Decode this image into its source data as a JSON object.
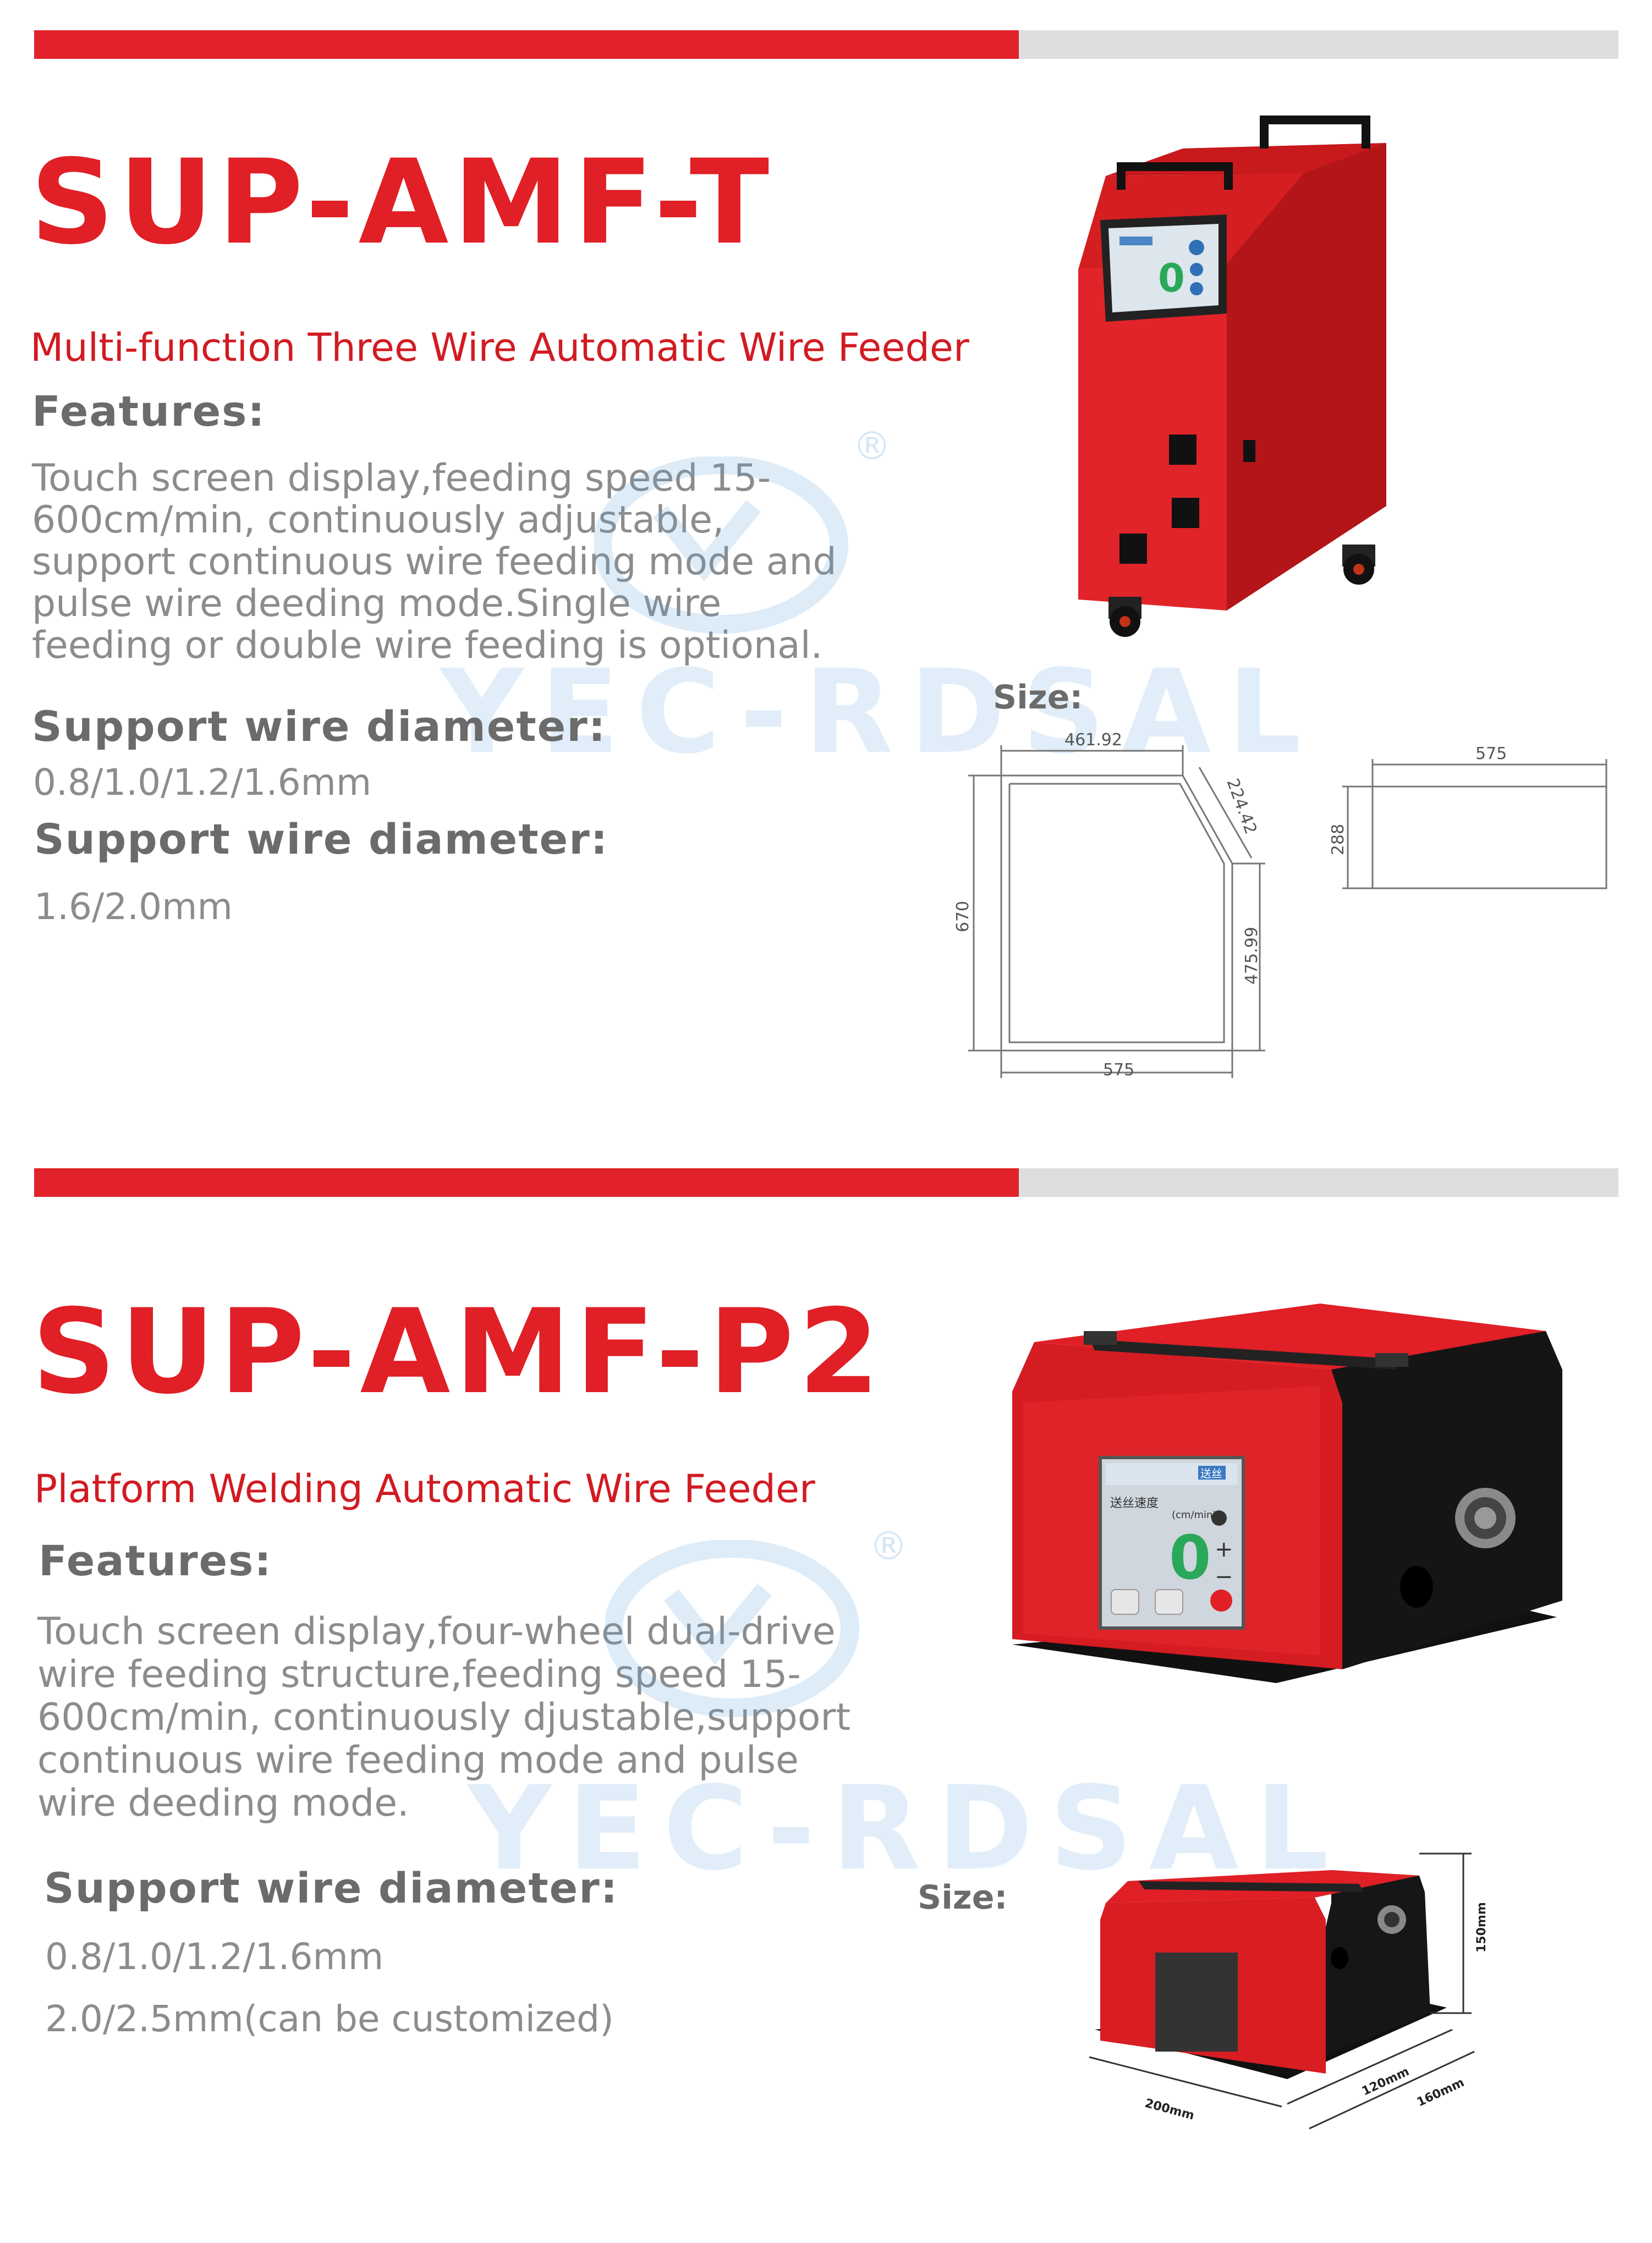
{
  "brand": {
    "watermark": "YEC-RDSAL",
    "registered_mark": "®",
    "accent_color": "#e01f26",
    "bar_grey": "#dedede"
  },
  "product1": {
    "model": "SUP-AMF-T",
    "subtitle": "Multi-function Three Wire Automatic Wire Feeder",
    "features_heading": "Features:",
    "features_lines": [
      "Touch screen display,feeding speed 15-",
      "600cm/min, continuously adjustable,",
      "support continuous wire feeding mode and",
      "pulse wire deeding mode.Single wire",
      "feeding or double wire feeding is optional."
    ],
    "diameter_heading_1": "Support wire diameter:",
    "diameter_value_1": "0.8/1.0/1.2/1.6mm",
    "diameter_heading_2": "Support wire diameter:",
    "diameter_value_2": "1.6/2.0mm",
    "size_label": "Size:",
    "dims": {
      "top": "461.92",
      "slant": "224.42",
      "left": "670",
      "right": "475.99",
      "bottom": "575",
      "top_view_width": "575",
      "top_view_height": "288"
    },
    "screen_value": "0"
  },
  "product2": {
    "model": "SUP-AMF-P2",
    "subtitle": "Platform Welding Automatic Wire Feeder",
    "features_heading": "Features:",
    "features_lines": [
      "Touch screen display,four-wheel dual-drive",
      "wire feeding structure,feeding speed 15-",
      "600cm/min, continuously djustable,support",
      "continuous wire feeding mode and pulse",
      "wire deeding mode."
    ],
    "diameter_heading": "Support wire diameter:",
    "diameter_value_1": "0.8/1.0/1.2/1.6mm",
    "diameter_value_2": "2.0/2.5mm(can be customized)",
    "size_label": "Size:",
    "dims": {
      "width": "200mm",
      "depth_inner": "120mm",
      "depth_outer": "160mm",
      "height": "150mm"
    },
    "screen": {
      "title": "送丝速度",
      "unit": "(cm/min)",
      "value": "0",
      "plus": "+",
      "minus": "−",
      "badge": "送丝"
    }
  }
}
